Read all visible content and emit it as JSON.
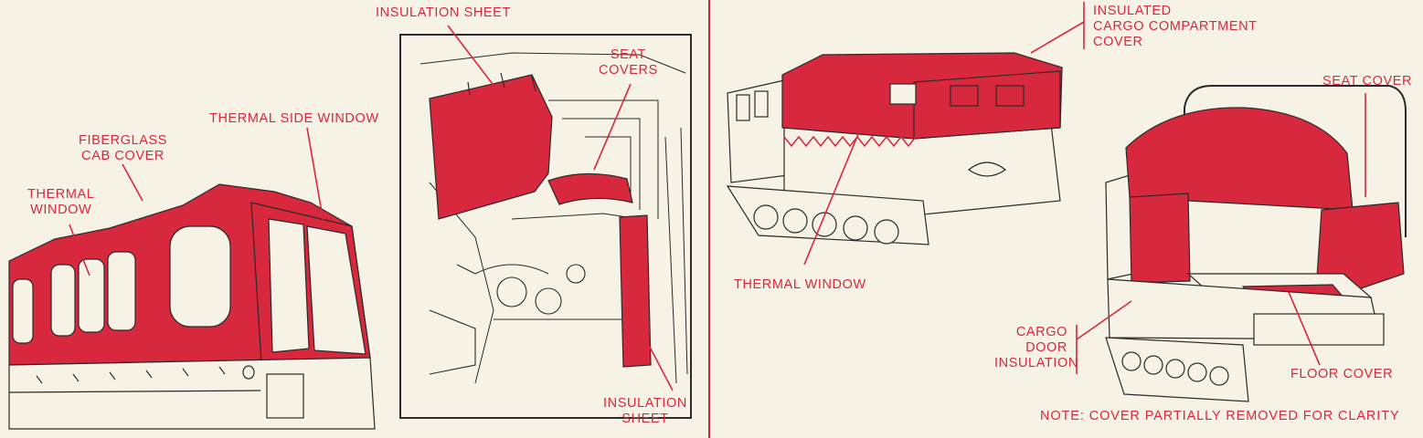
{
  "colors": {
    "paper": "#f7f2e6",
    "accent_red": "#d8283e",
    "ink": "#2a2a2a",
    "divider": "#c8283a"
  },
  "labels": {
    "insulation_sheet_top": "INSULATION SHEET",
    "seat_covers": [
      "SEAT",
      "COVERS"
    ],
    "thermal_side_window": "THERMAL SIDE WINDOW",
    "fiberglass_cab_cover": [
      "FIBERGLASS",
      "CAB COVER"
    ],
    "thermal_window_left": [
      "THERMAL",
      "WINDOW"
    ],
    "insulation_sheet_bottom": [
      "INSULATION",
      "SHEET"
    ],
    "insulated_cargo_compartment_cover": [
      "INSULATED",
      "CARGO COMPARTMENT",
      "COVER"
    ],
    "seat_cover_right": "SEAT COVER",
    "thermal_window_right": "THERMAL WINDOW",
    "cargo_door_insulation": [
      "CARGO",
      "DOOR",
      "INSULATION"
    ],
    "floor_cover": "FLOOR COVER",
    "note": "NOTE:  COVER PARTIALLY REMOVED FOR CLARITY"
  },
  "figures": [
    {
      "name": "fiberglass-cab-cover-illustration"
    },
    {
      "name": "cab-interior-illustration"
    },
    {
      "name": "cargo-carrier-with-cover-illustration"
    },
    {
      "name": "cargo-compartment-interior-illustration"
    }
  ]
}
